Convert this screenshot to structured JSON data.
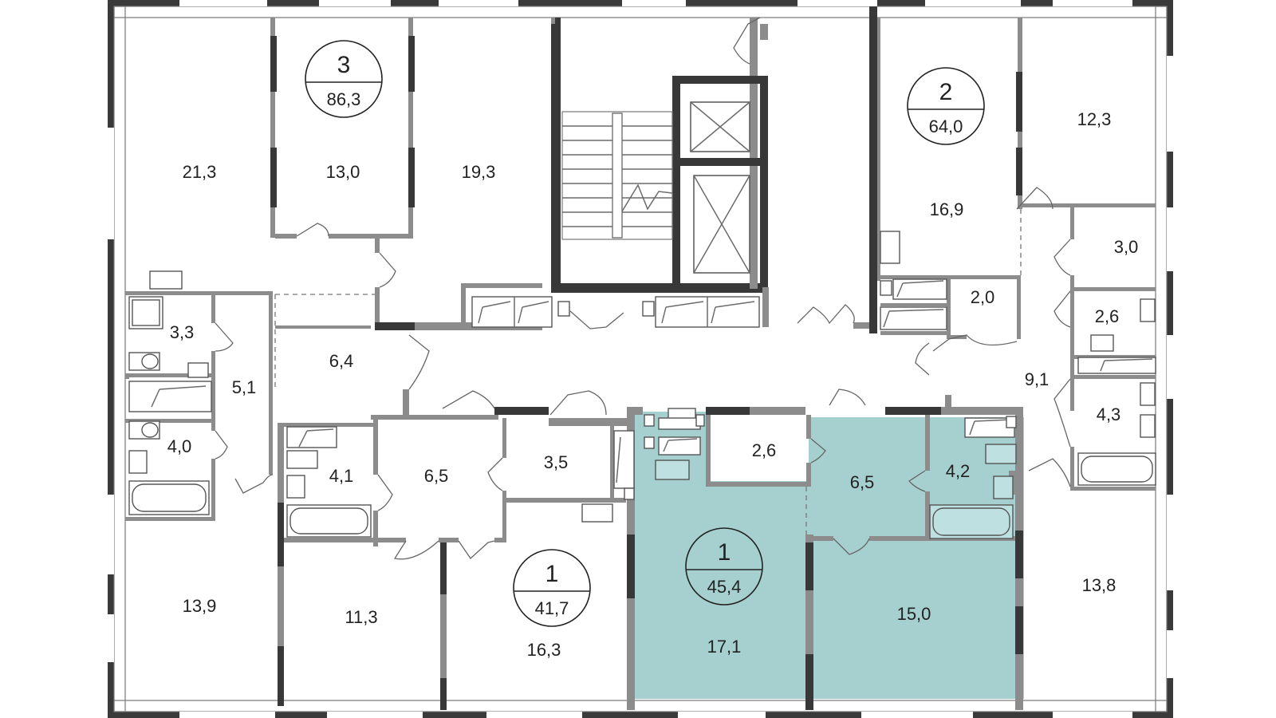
{
  "plan": {
    "highlight_color": "#a6cfcf",
    "wall_color": "#8c8c8c",
    "outer_wall_color": "#3a3a3a"
  },
  "apartments": [
    {
      "rooms": "3",
      "area": "86,3"
    },
    {
      "rooms": "2",
      "area": "64,0"
    },
    {
      "rooms": "1",
      "area": "41,7"
    },
    {
      "rooms": "1",
      "area": "45,4"
    }
  ],
  "rooms": [
    "21,3",
    "13,0",
    "19,3",
    "12,3",
    "16,9",
    "3,0",
    "2,0",
    "2,6",
    "3,3",
    "6,4",
    "5,1",
    "9,1",
    "4,0",
    "4,1",
    "6,5",
    "3,5",
    "2,6",
    "6,5",
    "4,2",
    "4,3",
    "13,9",
    "11,3",
    "16,3",
    "17,1",
    "15,0",
    "13,8"
  ]
}
